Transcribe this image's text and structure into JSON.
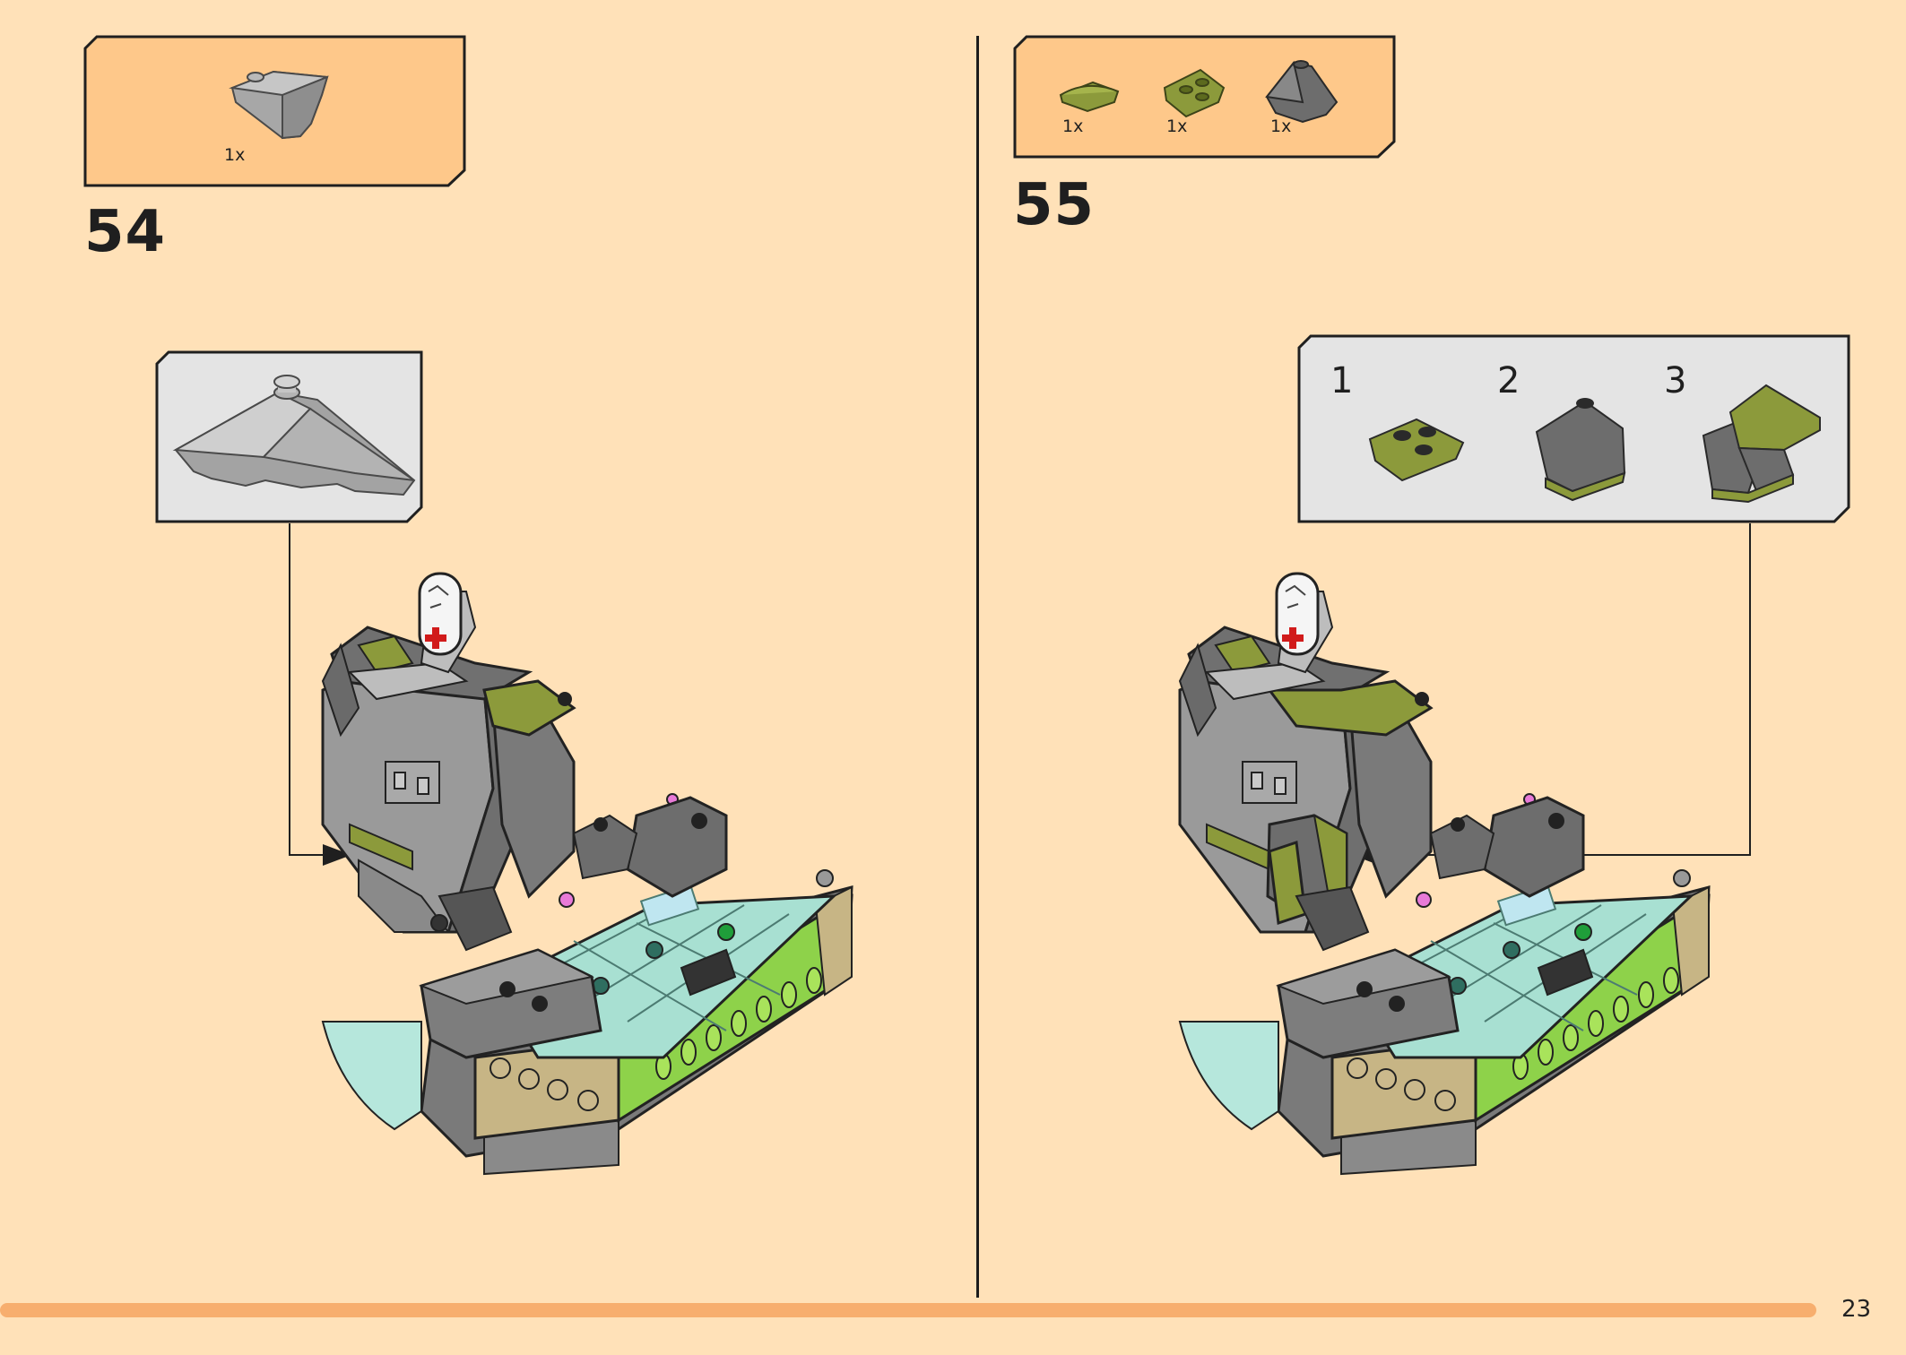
{
  "page": {
    "number": "23",
    "background": "#ffe1b8",
    "accent": "#f7ae6e"
  },
  "steps": [
    {
      "number": "54",
      "parts": [
        {
          "name": "grey-slope-corner",
          "qty": "1x"
        }
      ]
    },
    {
      "number": "55",
      "parts": [
        {
          "name": "olive-curved-slope",
          "qty": "1x"
        },
        {
          "name": "olive-wedge-plate",
          "qty": "1x"
        },
        {
          "name": "dark-grey-slope-corner",
          "qty": "1x"
        }
      ],
      "sub_steps": [
        "1",
        "2",
        "3"
      ]
    }
  ],
  "colors": {
    "light_grey": "#a9a9a9",
    "dark_grey": "#6d6d6d",
    "olive": "#8c9a3b",
    "trans_aqua": "#a8e0d2",
    "bright_green": "#8ed24a",
    "tan": "#c7b585"
  }
}
